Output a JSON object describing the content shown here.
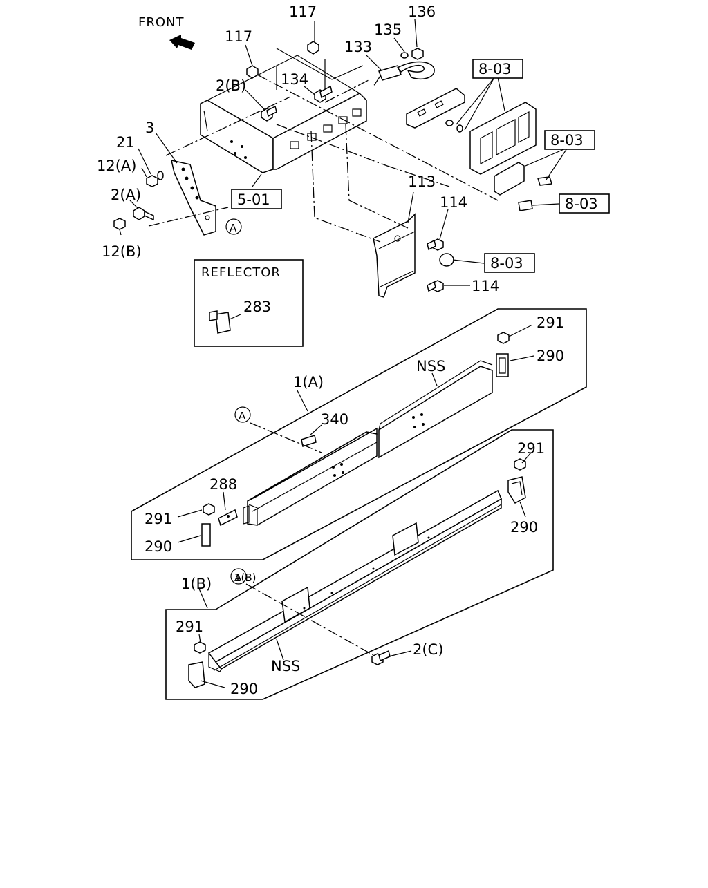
{
  "diagram": {
    "front_label": "FRONT",
    "reflector_title": "REFLECTOR",
    "circle_marker": "A",
    "callouts": {
      "c117a": "117",
      "c117b": "117",
      "c136": "136",
      "c135": "135",
      "c133": "133",
      "c134": "134",
      "c2b": "2(B)",
      "c3": "3",
      "c21": "21",
      "c12a": "12(A)",
      "c2a": "2(A)",
      "c12b": "12(B)",
      "c113": "113",
      "c114a": "114",
      "c114b": "114",
      "c283": "283",
      "c291a": "291",
      "c290a": "290",
      "cnss1": "NSS",
      "c1a": "1(A)",
      "c340": "340",
      "c288": "288",
      "c291b": "291",
      "c290b": "290",
      "c291c": "291",
      "c290c": "290",
      "c1b": "1(B)",
      "c291d": "291",
      "c290d": "290",
      "cnss2": "NSS",
      "c2c": "2(C)"
    },
    "refs": {
      "r803a": "8-03",
      "r803b": "8-03",
      "r803c": "8-03",
      "r803d": "8-03",
      "r501": "5-01"
    }
  }
}
